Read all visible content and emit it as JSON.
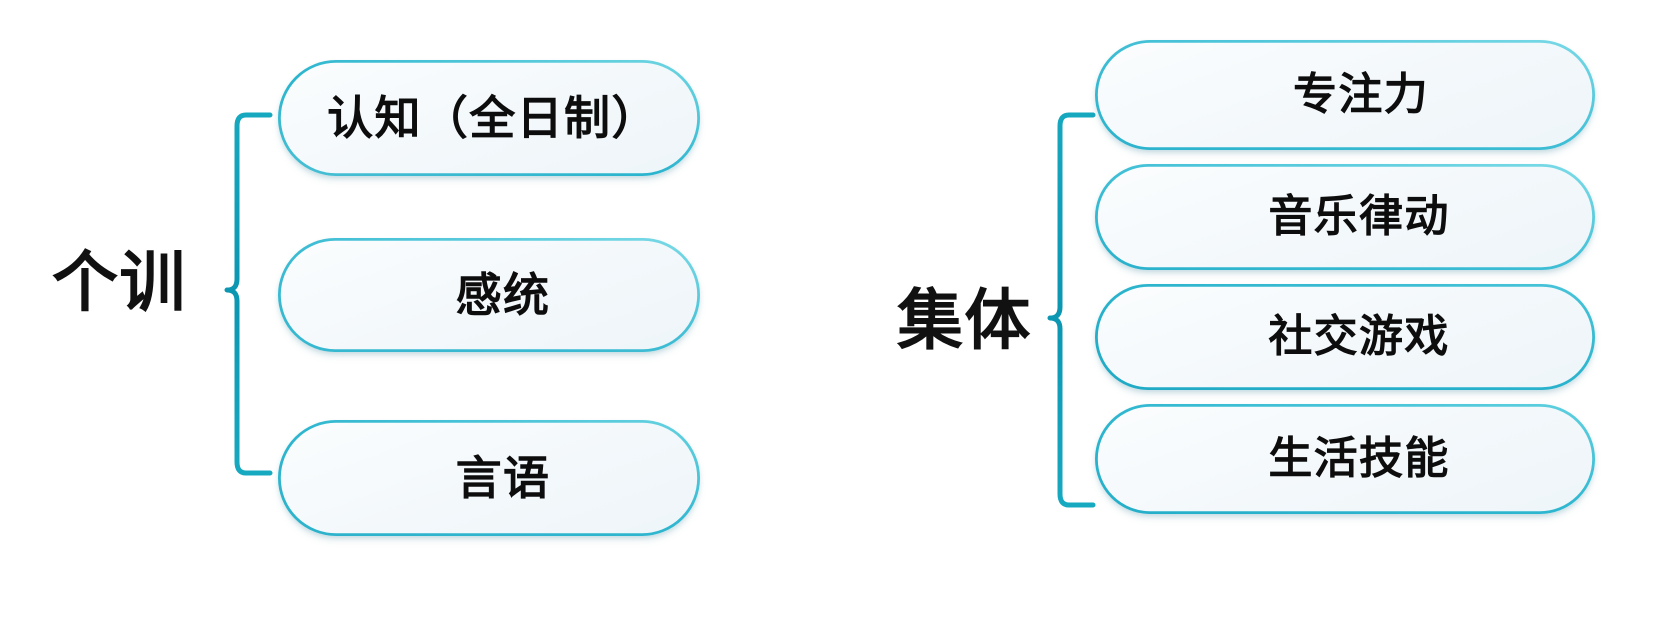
{
  "diagram": {
    "type": "bracket-grouping-diagram",
    "background_color": "#ffffff",
    "groups": [
      {
        "id": "individual-training",
        "label": "个训",
        "brace_icon": "curly-brace-left-icon",
        "items": [
          {
            "id": "cognition",
            "label": "认知（全日制）"
          },
          {
            "id": "sensory-integration",
            "label": "感统"
          },
          {
            "id": "speech",
            "label": "言语"
          }
        ]
      },
      {
        "id": "group-class",
        "label": "集体",
        "brace_icon": "curly-brace-left-icon",
        "items": [
          {
            "id": "focus",
            "label": "专注力"
          },
          {
            "id": "music-rhythm",
            "label": "音乐律动"
          },
          {
            "id": "social-game",
            "label": "社交游戏"
          },
          {
            "id": "life-skill",
            "label": "生活技能"
          }
        ]
      }
    ],
    "colors": {
      "brace_stroke": "#0f9cb5",
      "pill_border_light": "#5ecede",
      "pill_border_dark": "#0e96b0",
      "pill_fill": "#f4f9fc",
      "text": "#0d0d0d"
    }
  }
}
